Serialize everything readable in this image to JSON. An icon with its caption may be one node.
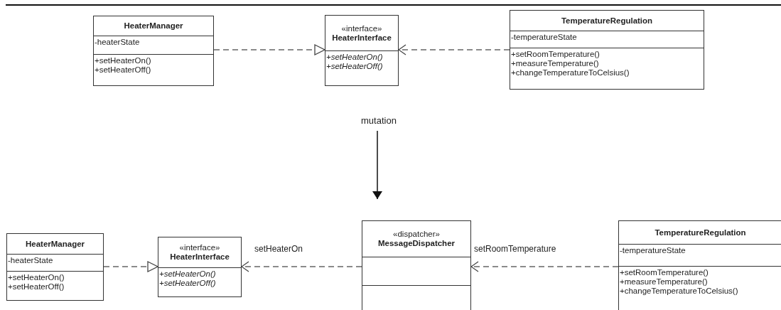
{
  "diagram": {
    "nodes": [
      {
        "text": [
          "HeaterManager",
          "-heaterState",
          "+setHeaterOn()",
          "+setHeaterOff()"
        ]
      },
      {
        "text": [
          "«interface»",
          "HeaterInterface",
          "+setHeaterOn()",
          "+setHeaterOff()"
        ]
      },
      {
        "text": [
          "TemperatureRegulation",
          "-temperatureState",
          "+setRoomTemperature()",
          "+measureTemperature()",
          "+changeTemperatureToCelsius()"
        ]
      },
      {
        "text": [
          "mutation"
        ]
      },
      {
        "text": [
          "HeaterManager",
          "-heaterState",
          "+setHeaterOn()",
          "+setHeaterOff()"
        ]
      },
      {
        "text": [
          "«interface»",
          "HeaterInterface",
          "+setHeaterOn()",
          "+setHeaterOff()"
        ]
      },
      {
        "text": [
          "«dispatcher»",
          "MessageDispatcher"
        ]
      },
      {
        "text": [
          "TemperatureRegulation",
          "-temperatureState",
          "+setRoomTemperature()",
          "+measureTemperature()",
          "+changeTemperatureToCelsius()"
        ]
      }
    ],
    "edges": [
      {
        "from": 0,
        "to": 1,
        "arrow": "to",
        "style": "dashed"
      },
      {
        "from": 2,
        "to": 1,
        "arrow": "to",
        "style": "dashed"
      },
      {
        "from": 3,
        "to": null,
        "arrow": "to"
      },
      {
        "from": 4,
        "to": 5,
        "arrow": "to",
        "style": "dashed"
      },
      {
        "from": 6,
        "to": 5,
        "arrow": "to",
        "style": "dashed",
        "label": "setHeaterOn"
      },
      {
        "from": 7,
        "to": 6,
        "arrow": "to",
        "style": "dashed",
        "label": "setRoomTemperature"
      }
    ]
  }
}
